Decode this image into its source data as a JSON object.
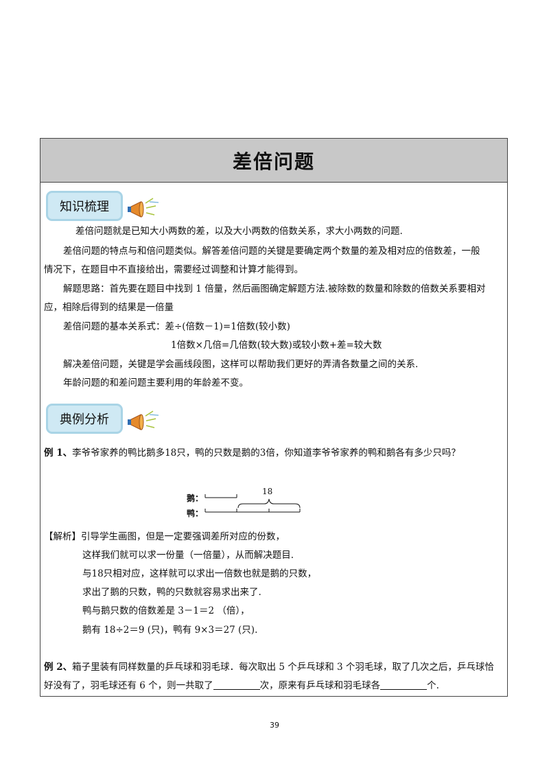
{
  "title": "差倍问题",
  "sections": {
    "knowledge_badge": "知识梳理",
    "examples_badge": "典例分析"
  },
  "knowledge": {
    "p1": "差倍问题就是已知大小两数的差，以及大小两数的倍数关系，求大小两数的问题.",
    "p2a": "差倍问题的特点与和倍问题类似。解答差倍问题的关键是要确定两个数量的差及相对应的倍数差，一般",
    "p2b": "情况下，在题目中不直接给出，需要经过调整和计算才能得到。",
    "p3a": "解题思路：首先要在题目中找到 1 倍量，然后画图确定解题方法.被除数的数量和除数的倍数关系要相对",
    "p3b": "应，相除后得到的结果是一倍量",
    "p4": "差倍问题的基本关系式：差÷(倍数－1)=1倍数(较小数)",
    "p5": "1倍数×几倍=几倍数(较大数)或较小数+差=较大数",
    "p6": "解决差倍问题，关键是学会画线段图，这样可以帮助我们更好的弄清各数量之间的关系.",
    "p7": "年龄问题的和差问题主要利用的年龄差不变。"
  },
  "example1": {
    "label": "例 1、",
    "question": "李爷爷家养的鸭比鹅多18只，鸭的只数是鹅的3倍，你知道李爷爷家养的鸭和鹅各有多少只吗？",
    "diagram": {
      "goose_label": "鹅：",
      "duck_label": "鸭：",
      "diff_label": "18"
    },
    "analysis_label": "【解析】",
    "analysis": [
      "引导学生画图，但是一定要强调差所对应的份数，",
      "这样我们就可以求一份量（一倍量），从而解决题目.",
      "与18只相对应，这样就可以求出一倍数也就是鹅的只数，",
      "求出了鹅的只数，鸭的只数就容易求出来了.",
      "鸭与鹅只数的倍数差是 3－1＝2 （倍），",
      "鹅有 18÷2＝9  (只)，鸭有  9×3＝27 (只)."
    ]
  },
  "example2": {
    "label": "例 2、",
    "line1": "箱子里装有同样数量的乒乓球和羽毛球．每次取出 5 个乒乓球和 3 个羽毛球，取了几次之后，乒乓球恰",
    "line2a": "好没有了，羽毛球还有 6 个，则一共取了",
    "line2b": "次，原来有乒乓球和羽毛球各",
    "line2c": "个."
  },
  "page_number": "39",
  "colors": {
    "title_bg": "#c8c8c8",
    "badge_bg": "#cfe9f4",
    "badge_border": "#a9d4e6"
  },
  "icons": [
    "megaphone-icon",
    "megaphone-icon"
  ]
}
